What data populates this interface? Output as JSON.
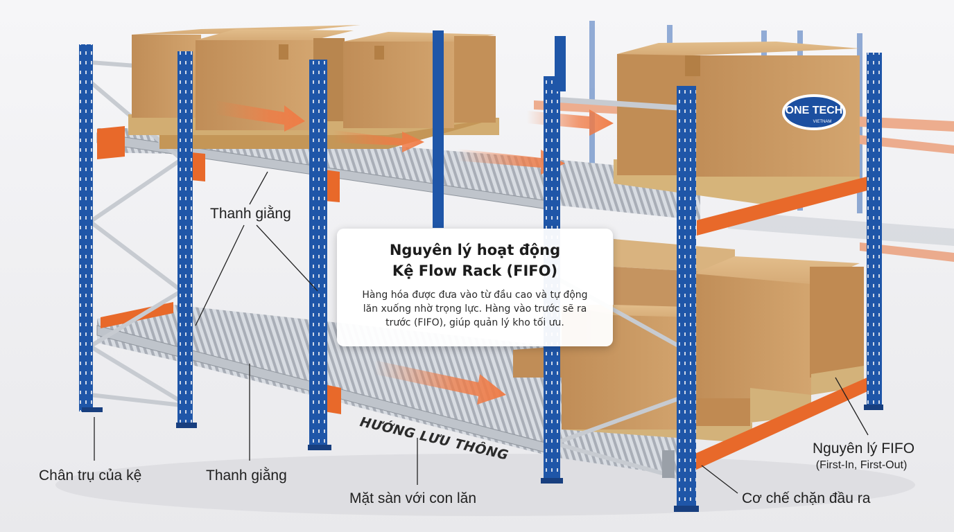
{
  "info_card": {
    "title_line1": "Nguyên lý hoạt động",
    "title_line2": "Kệ Flow Rack (FIFO)",
    "body": "Hàng hóa được đưa vào từ đầu cao và tự động lăn xuống nhờ trọng lực. Hàng vào trước sẽ ra trước (FIFO), giúp quản lý kho tối ưu."
  },
  "labels": {
    "thanh_giang_top": "Thanh giằng",
    "chan_tru": "Chân trụ của kệ",
    "thanh_giang_bottom": "Thanh giằng",
    "mat_san": "Mặt sàn với con lăn",
    "co_che_chan": "Cơ chế chặn đầu ra",
    "fifo_title": "Nguyên lý FIFO",
    "fifo_subtitle": "(First-In, First-Out)",
    "flow_direction": "HƯỚNG LƯU THÔNG"
  },
  "brand": {
    "logo_text": "ONE TECH",
    "logo_subtext": "VIETNAM"
  },
  "colors": {
    "upright_blue": "#1f56a8",
    "beam_orange": "#e8692a",
    "carton": "#c99a63",
    "pallet": "#d7b57d",
    "roller": "#b9bec6",
    "arrow": "#f07a44",
    "logo_blue": "#1c4fa0"
  }
}
